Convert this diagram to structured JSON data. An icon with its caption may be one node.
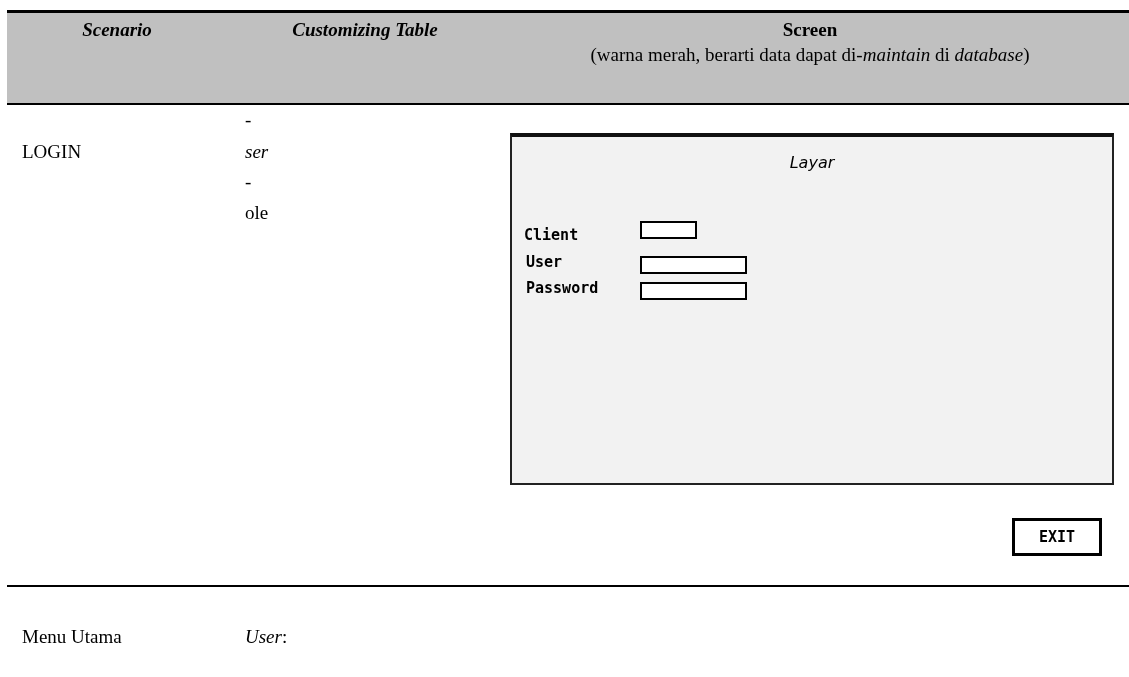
{
  "diagram": {
    "nodes": [
      {
        "text": [
          "Layar"
        ]
      },
      {
        "text": [
          "EXIT"
        ]
      }
    ],
    "labels": [
      "Scenario",
      "Customizing Table",
      "Screen",
      "(warna merah, berarti data dapat di-*maintain* di *database*)",
      "-",
      "LOGIN",
      "ser",
      "-",
      "ole",
      "Client",
      "User",
      "Password",
      "Menu Utama",
      "*User*:"
    ]
  }
}
